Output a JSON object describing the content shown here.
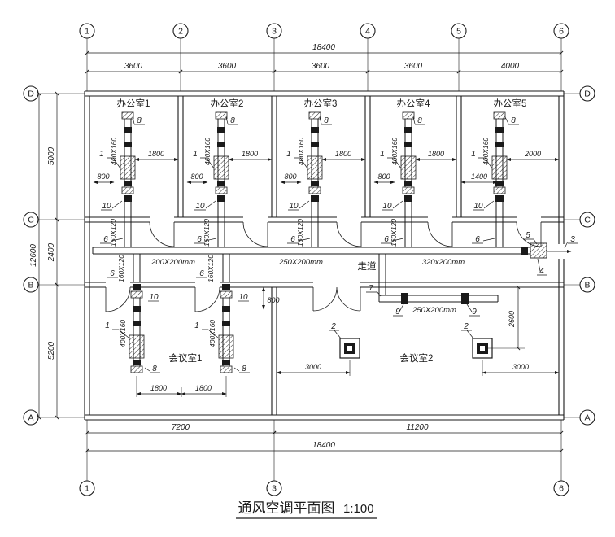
{
  "title": {
    "main": "通风空调平面图",
    "scale": "1:100"
  },
  "grid": {
    "top": [
      "1",
      "2",
      "3",
      "4",
      "5",
      "6"
    ],
    "bottom": [
      "1",
      "3",
      "6"
    ],
    "left": [
      "D",
      "C",
      "B",
      "A"
    ],
    "right": [
      "D",
      "C",
      "B",
      "A"
    ]
  },
  "dims": {
    "top_total": "18400",
    "top_segs": [
      "3600",
      "3600",
      "3600",
      "3600",
      "4000"
    ],
    "left_total": "12600",
    "left_segs": [
      "5000",
      "2400",
      "5200"
    ],
    "bottom_segs": [
      "7200",
      "11200"
    ],
    "bottom_total": "18400",
    "office_width": [
      "1800",
      "1800",
      "1800",
      "1800",
      "2000"
    ],
    "office_offset": [
      "800",
      "800",
      "800",
      "800",
      "1400"
    ],
    "m1_a": "1800",
    "m1_b": "1800",
    "m1_offset": "800",
    "m2_left": "3000",
    "m2_right": "3000",
    "m2_depth": "2600"
  },
  "rooms": {
    "offices": [
      "办公室1",
      "办公室2",
      "办公室3",
      "办公室4",
      "办公室5"
    ],
    "corridor": "走道",
    "meeting1": "会议室1",
    "meeting2": "会议室2"
  },
  "ducts": {
    "unit": "400X160",
    "branch": "160X120",
    "run1": "200X200mm",
    "run2": "250X200mm",
    "run3": "320x200mm",
    "m2_run": "250X200mm"
  },
  "tags": {
    "t1": "1",
    "t2": "2",
    "t3": "3",
    "t4": "4",
    "t5": "5",
    "t6": "6",
    "t7": "7",
    "t8": "8",
    "t9": "9",
    "t10": "10"
  }
}
